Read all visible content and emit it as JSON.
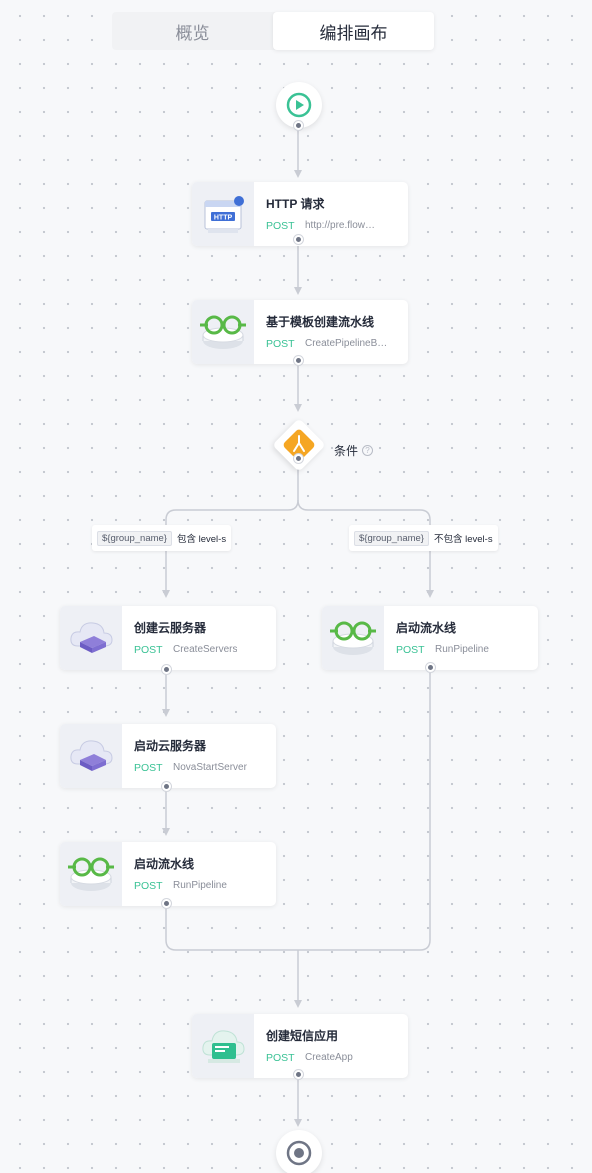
{
  "tabs": [
    {
      "label": "概览",
      "active": false
    },
    {
      "label": "编排画布",
      "active": true
    }
  ],
  "start": {
    "icon": "play-icon",
    "color": "#3ac295"
  },
  "end": {
    "icon": "stop-icon",
    "color": "#6f7585"
  },
  "nodes": {
    "http": {
      "title": "HTTP 请求",
      "method": "POST",
      "op": "http://pre.flow…",
      "icon": "http-icon"
    },
    "create_pipeline": {
      "title": "基于模板创建流水线",
      "method": "POST",
      "op": "CreatePipelineB…",
      "icon": "pipeline-icon"
    },
    "create_server": {
      "title": "创建云服务器",
      "method": "POST",
      "op": "CreateServers",
      "icon": "cloud-server-icon"
    },
    "start_server": {
      "title": "启动云服务器",
      "method": "POST",
      "op": "NovaStartServer",
      "icon": "cloud-server-icon"
    },
    "run_pipeline_left": {
      "title": "启动流水线",
      "method": "POST",
      "op": "RunPipeline",
      "icon": "pipeline-icon"
    },
    "run_pipeline_right": {
      "title": "启动流水线",
      "method": "POST",
      "op": "RunPipeline",
      "icon": "pipeline-icon"
    },
    "sms_app": {
      "title": "创建短信应用",
      "method": "POST",
      "op": "CreateApp",
      "icon": "sms-cloud-icon"
    }
  },
  "condition": {
    "label": "条件",
    "help": "?",
    "icon": "condition-icon",
    "color": "#f5a623"
  },
  "branches": [
    {
      "var": "${group_name}",
      "text": "包含 level-s"
    },
    {
      "var": "${group_name}",
      "text": "不包含 level-s"
    }
  ]
}
